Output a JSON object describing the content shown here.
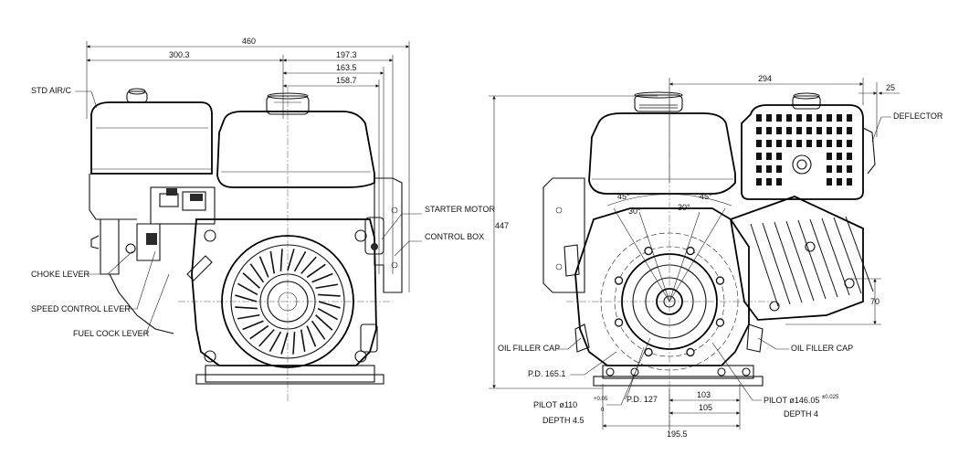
{
  "left_view": {
    "dimensions": {
      "overall_width": "460",
      "left_span": "300.3",
      "right_span_1": "197.3",
      "right_span_2": "163.5",
      "right_span_3": "158.7"
    },
    "labels": {
      "std_air_c": "STD AIR/C",
      "starter_motor": "STARTER MOTOR",
      "control_box": "CONTROL BOX",
      "choke_lever": "CHOKE LEVER",
      "speed_control_lever": "SPEED CONTROL LEVER",
      "fuel_cock_lever": "FUEL COCK LEVER"
    }
  },
  "right_view": {
    "dimensions": {
      "height": "447",
      "top_width": "294",
      "deflector_offset": "25",
      "side_offset": "70",
      "angle_left_45": "45°",
      "angle_right_45": "45°",
      "angle_left_30": "30°",
      "angle_right_30": "30°",
      "bottom_103": "103",
      "bottom_105": "105",
      "bottom_195_5": "195.5"
    },
    "labels": {
      "deflector": "DEFLECTOR",
      "oil_filler_cap_left": "OIL FILLER CAP",
      "oil_filler_cap_right": "OIL FILLER CAP",
      "pd_165_1": "P.D. 165.1",
      "pd_127": "P.D. 127",
      "pilot_left": "PILOT  ø110",
      "pilot_left_tol_upper": "+0.05",
      "pilot_left_tol_lower": "0",
      "depth_left": "DEPTH  4.5",
      "pilot_right": "PILOT  ø146.05",
      "pilot_right_tol": "±0.025",
      "depth_right": "DEPTH  4"
    }
  }
}
